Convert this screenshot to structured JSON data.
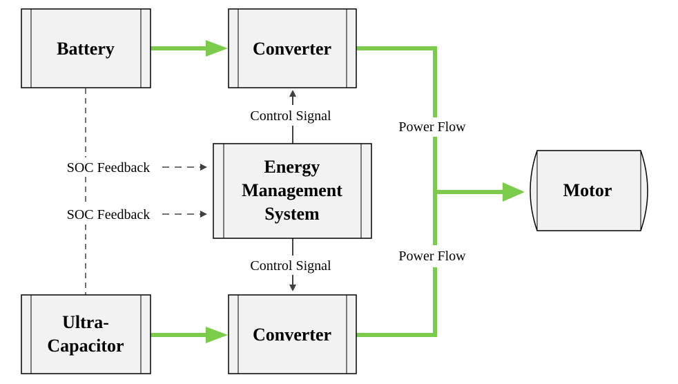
{
  "colors": {
    "power_flow": "#7ccc4c",
    "box_fill": "#f2f2f2",
    "box_stroke": "#000000",
    "signal": "#404040"
  },
  "nodes": {
    "battery": {
      "label": "Battery"
    },
    "converter_top": {
      "label": "Converter"
    },
    "ems": {
      "lines": [
        "Energy",
        "Management",
        "System"
      ]
    },
    "motor": {
      "label": "Motor"
    },
    "ultracap": {
      "lines": [
        "Ultra-",
        "Capacitor"
      ]
    },
    "converter_bottom": {
      "label": "Converter"
    }
  },
  "edges": {
    "control_signal_top": "Control Signal",
    "control_signal_bottom": "Control Signal",
    "soc_feedback_top": "SOC Feedback",
    "soc_feedback_bottom": "SOC Feedback",
    "power_flow_top": "Power Flow",
    "power_flow_bottom": "Power Flow"
  }
}
